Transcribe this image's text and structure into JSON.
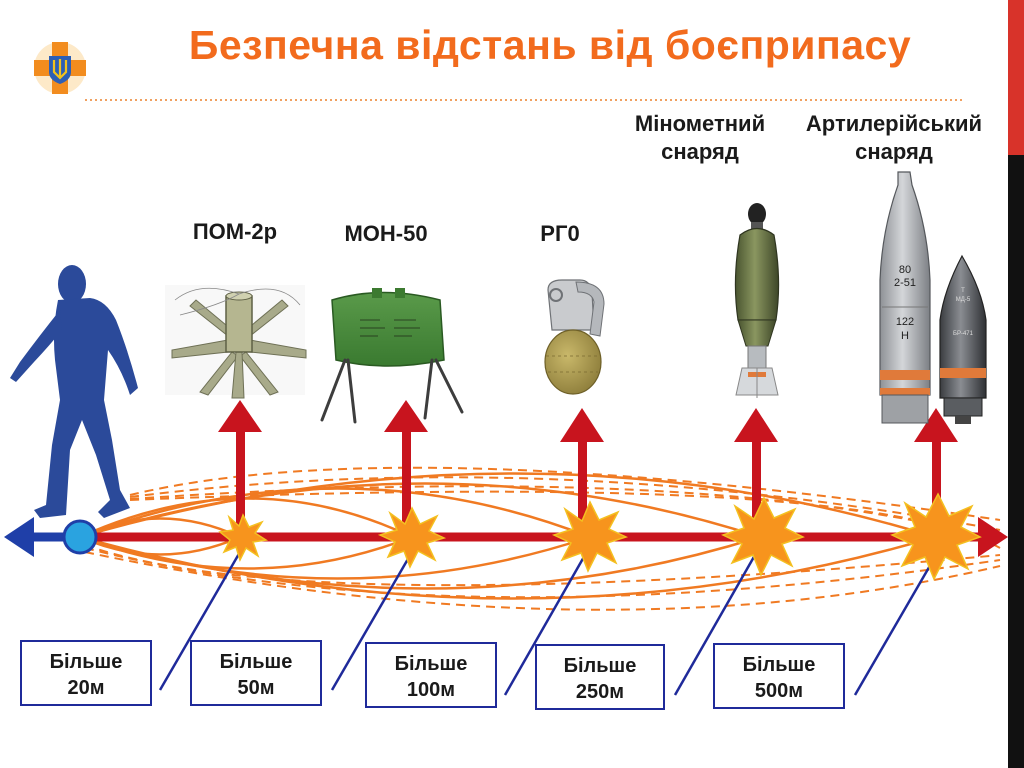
{
  "header": {
    "title": "Безпечна відстань від боєприпасу"
  },
  "emblem": {
    "name": "emergency-service-emblem",
    "colors": {
      "cross": "#f28c1e",
      "shield": "#2d5fb5",
      "trident": "#f2c21e"
    }
  },
  "munitions": [
    {
      "id": "pom2r",
      "label": "ПОМ-2р",
      "icon": "pom-2r-mine-icon"
    },
    {
      "id": "mon50",
      "label": "МОН-50",
      "icon": "mon-50-mine-icon"
    },
    {
      "id": "rgo",
      "label": "РГ0",
      "icon": "rgo-grenade-icon"
    },
    {
      "id": "mortar",
      "label_lines": [
        "Мінометний",
        "снаряд"
      ],
      "icon": "mortar-shell-icon"
    },
    {
      "id": "artillery",
      "label_lines": [
        "Артилерійський",
        "снаряд"
      ],
      "icon": "artillery-shell-icon",
      "markings_large": [
        "80",
        "2-51",
        "122",
        "Н"
      ],
      "markings_small": [
        "Т",
        "МД-5",
        "БР-471"
      ]
    }
  ],
  "distances": [
    {
      "line1": "Більше",
      "line2": "20м"
    },
    {
      "line1": "Більше",
      "line2": "50м"
    },
    {
      "line1": "Більше",
      "line2": "100м"
    },
    {
      "line1": "Більше",
      "line2": "250м"
    },
    {
      "line1": "Більше",
      "line2": "500м"
    }
  ],
  "colors": {
    "axis": "#c8141e",
    "arrow_left": "#1f3fa8",
    "person": "#2b4a9a",
    "arcs": "#f07a22",
    "blast": "#f7941d",
    "box_border": "#1f2a9a",
    "title": "#f26b1d",
    "origin": "#2aa3e0"
  }
}
